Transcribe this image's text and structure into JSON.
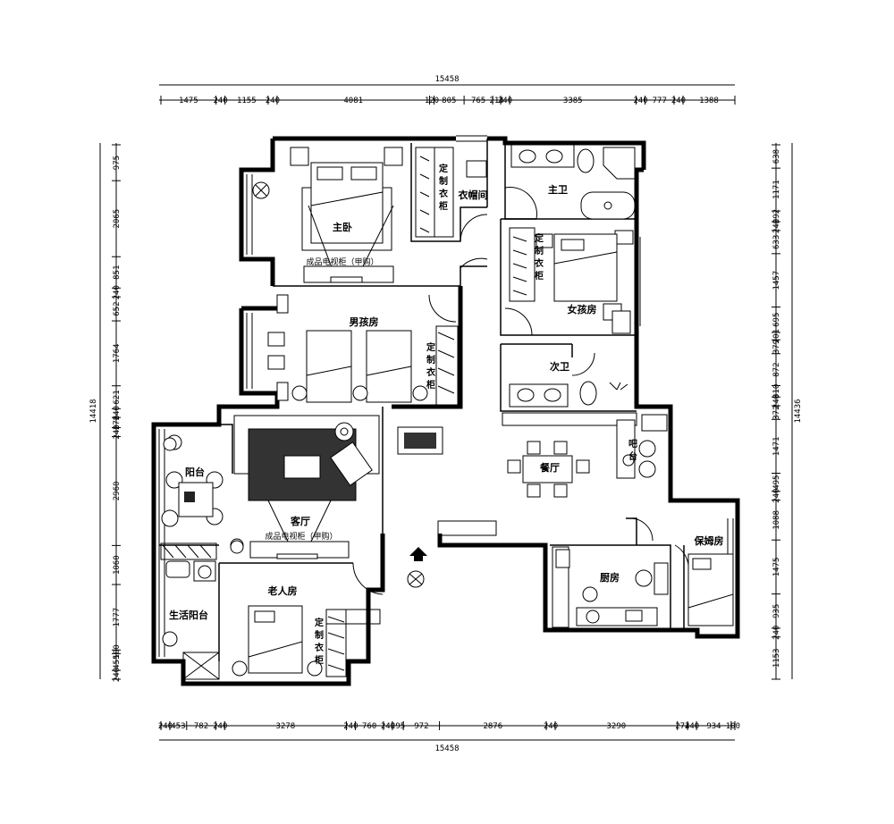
{
  "dimensions": {
    "total_top": "15458",
    "total_bottom": "15458",
    "total_left": "14418",
    "total_right": "14436",
    "top": [
      "1475",
      "240",
      "1155",
      "240",
      "4081",
      "120",
      "805",
      "765",
      "214",
      "240",
      "3385",
      "240",
      "777",
      "240",
      "1388"
    ],
    "bottom": [
      "240",
      "453",
      "782",
      "240",
      "3278",
      "240",
      "760",
      "240",
      "295",
      "972",
      "2876",
      "240",
      "3290",
      "274",
      "240",
      "934",
      "100"
    ],
    "left": [
      "975",
      "2065",
      "851",
      "240",
      "652",
      "1764",
      "621",
      "240",
      "276",
      "240",
      "2960",
      "1060",
      "1777",
      "100",
      "455",
      "240"
    ],
    "right": [
      "638",
      "1171",
      "292",
      "240",
      "633",
      "1457",
      "695",
      "201",
      "379",
      "872",
      "310",
      "240",
      "372",
      "1471",
      "495",
      "240",
      "1088",
      "1475",
      "935",
      "240",
      "1153"
    ]
  },
  "rooms": {
    "master_bedroom": "主卧",
    "cloakroom": "衣帽间",
    "master_bath": "主卫",
    "boys_room": "男孩房",
    "girls_room": "女孩房",
    "second_bath": "次卫",
    "living_room": "客厅",
    "balcony": "阳台",
    "dining_room": "餐厅",
    "bar": "吧台",
    "nanny_room": "保姆房",
    "kitchen": "厨房",
    "elders_room": "老人房",
    "utility_balcony": "生活阳台"
  },
  "labels": {
    "wardrobe_chars": [
      "定",
      "制",
      "衣",
      "柜"
    ],
    "tv_cabinet_master": "成品电视柜（甲购）",
    "tv_cabinet_living": "成品电视柜（甲购）"
  }
}
